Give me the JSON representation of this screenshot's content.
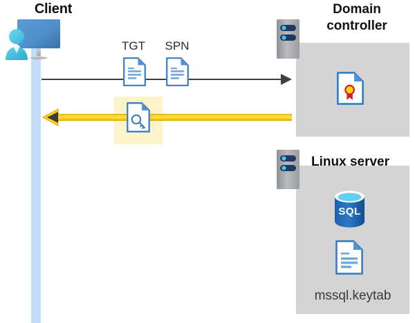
{
  "diagram": {
    "title": "Kerberos authentication flow between client, domain controller and Linux SQL server",
    "type": "sequence-diagram",
    "background_color": "#ffffff",
    "node_box_color": "#d4d4d4",
    "highlight_color": "#fdf3c8",
    "lifeline_color": "#c3dcfb",
    "request_arrow_color": "#3f3f3f",
    "response_arrow_color": "#ffc20e"
  },
  "client": {
    "label": "Client",
    "icon": "user-at-computer-icon",
    "lifeline": "client-lifeline"
  },
  "messages": [
    {
      "id": "request",
      "direction": "right",
      "style": "solid-gray",
      "artifacts": [
        {
          "label": "TGT",
          "icon": "document-icon"
        },
        {
          "label": "SPN",
          "icon": "document-icon"
        }
      ]
    },
    {
      "id": "response",
      "direction": "left",
      "style": "solid-yellow",
      "highlighted": true,
      "artifacts": [
        {
          "label": "",
          "icon": "key-document-icon"
        }
      ]
    }
  ],
  "domain_controller": {
    "label": "Domain controller",
    "label_line1": "Domain",
    "label_line2": "controller",
    "server_icon": "server-rack-icon",
    "contents": [
      {
        "icon": "certificate-document-icon",
        "label": ""
      }
    ]
  },
  "linux_server": {
    "label": "Linux server",
    "server_icon": "server-rack-icon",
    "contents": [
      {
        "icon": "sql-database-icon",
        "label": "SQL"
      },
      {
        "icon": "document-icon",
        "label": "mssql.keytab"
      }
    ],
    "keytab_filename": "mssql.keytab"
  }
}
